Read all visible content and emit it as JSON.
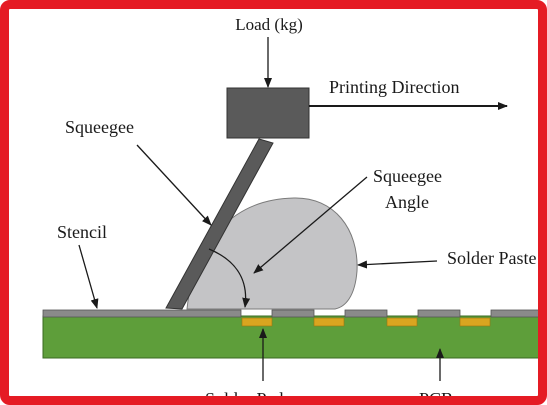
{
  "labels": {
    "load": "Load (kg)",
    "printing_direction": "Printing Direction",
    "squeegee": "Squeegee",
    "squeegee_angle_line1": "Squeegee",
    "squeegee_angle_line2": "Angle",
    "stencil": "Stencil",
    "solder_paste": "Solder Paste",
    "solder_pad": "Solder Pad",
    "pcb": "PCB"
  },
  "colors": {
    "frame_border": "#e51b24",
    "pcb_fill": "#5e9e3a",
    "stencil_fill": "#8a8a8a",
    "pad_fill": "#d9a520",
    "paste_fill": "#c4c4c6",
    "squeegee_fill": "#5a5a5a",
    "load_block_fill": "#5a5a5a",
    "arrow_color": "#1a1a1a"
  }
}
